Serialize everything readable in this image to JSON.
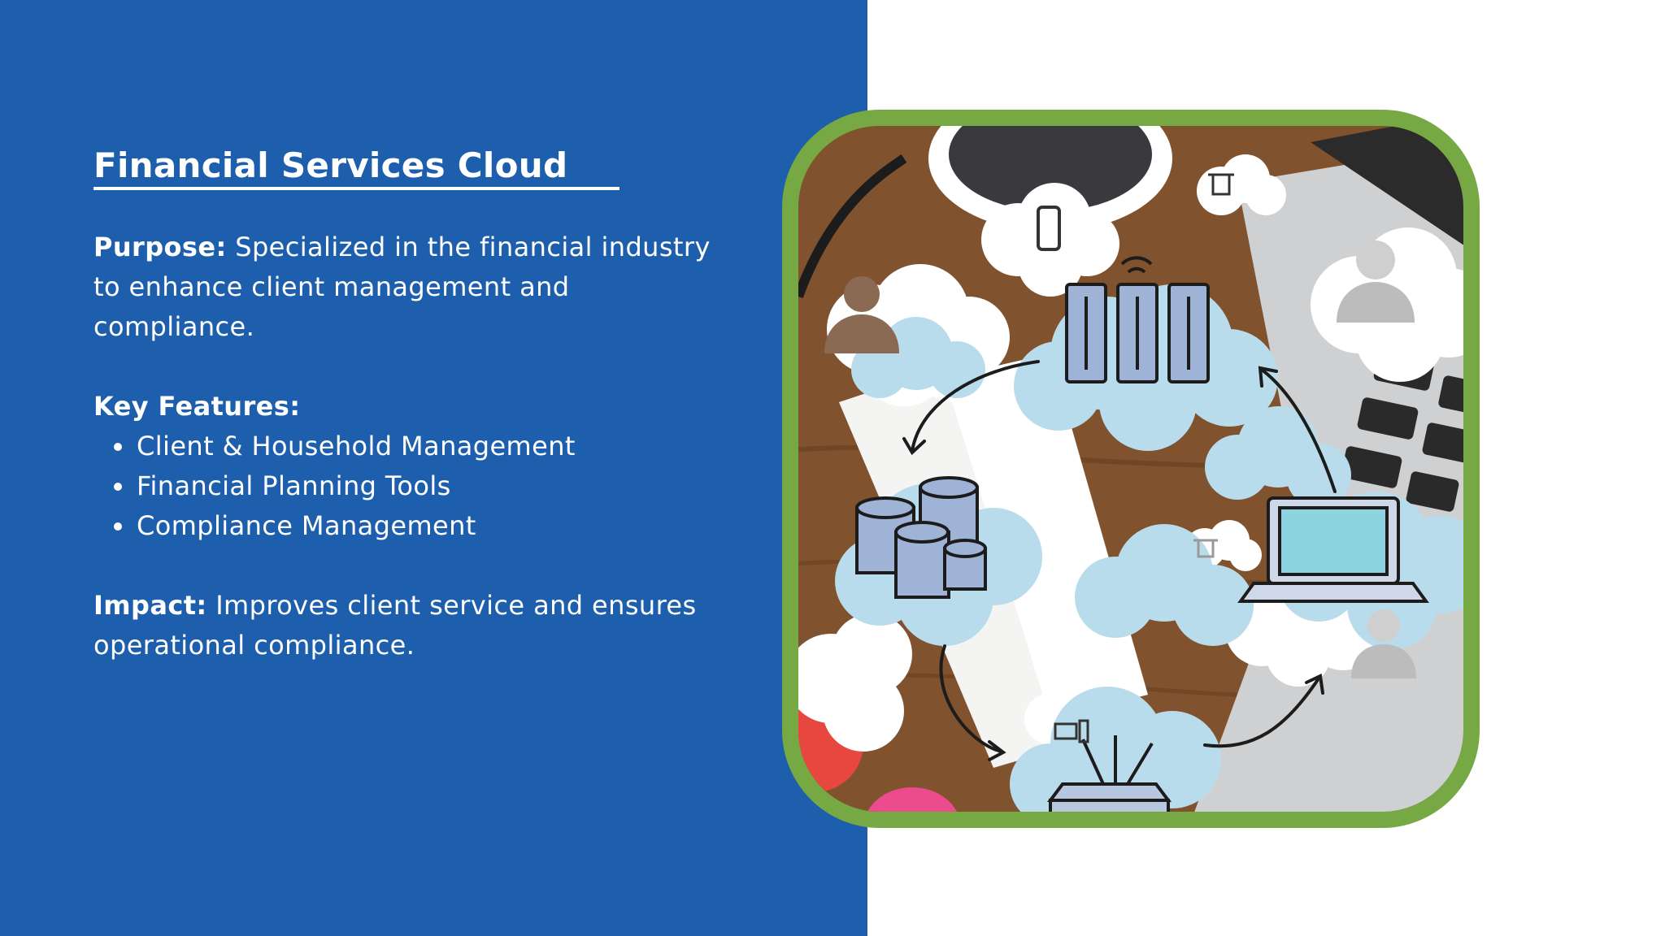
{
  "slide": {
    "title": "Financial Services Cloud",
    "purpose": {
      "label": "Purpose:",
      "text": " Specialized in the financial industry to enhance client management and compliance."
    },
    "key_features": {
      "label": "Key Features:",
      "items": [
        "Client & Household Management",
        "Financial Planning Tools",
        "Compliance Management"
      ]
    },
    "impact": {
      "label": "Impact:",
      "text": " Improves client service and ensures operational compliance."
    }
  },
  "colors": {
    "panel_blue": "#1e5fad",
    "frame_green": "#76a844",
    "cloud_blue": "#b8dcec",
    "text_white": "#ffffff"
  },
  "image": {
    "icons": [
      "user-icon",
      "server-icon",
      "database-icon",
      "laptop-icon",
      "router-icon",
      "trash-icon",
      "phone-icon",
      "wifi-icon",
      "computer-icon"
    ]
  }
}
